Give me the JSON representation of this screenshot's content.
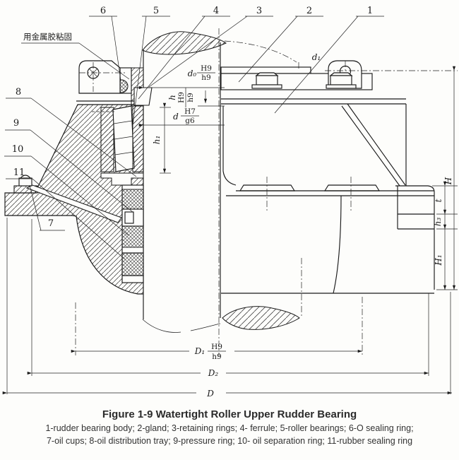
{
  "drawing": {
    "note_glue": "用金属胶粘固",
    "callouts": {
      "c1": "1",
      "c2": "2",
      "c3": "3",
      "c4": "4",
      "c5": "5",
      "c6": "6",
      "c7": "7",
      "c8": "8",
      "c9": "9",
      "c10": "10",
      "c11": "11"
    },
    "dims": {
      "d0": "d₀",
      "d1": "d₁",
      "d": "d",
      "h": "h",
      "h1": "h₁",
      "H": "H",
      "t": "t",
      "h3": "h₃",
      "H1": "H₁",
      "D1": "D₁",
      "D2": "D₂",
      "D": "D",
      "fit_h9": {
        "num": "H9",
        "den": "h9"
      },
      "fit_d": {
        "num": "H7",
        "den": "g6"
      }
    }
  },
  "caption": {
    "title": "Figure 1-9 Watertight Roller Upper Rudder Bearing",
    "line1": "1-rudder bearing body; 2-gland; 3-retaining rings; 4- ferrule; 5-roller bearings; 6-O sealing ring;",
    "line2": "7-oil cups; 8-oil distribution tray; 9-pressure ring; 10- oil separation ring; 11-rubber sealing ring"
  }
}
